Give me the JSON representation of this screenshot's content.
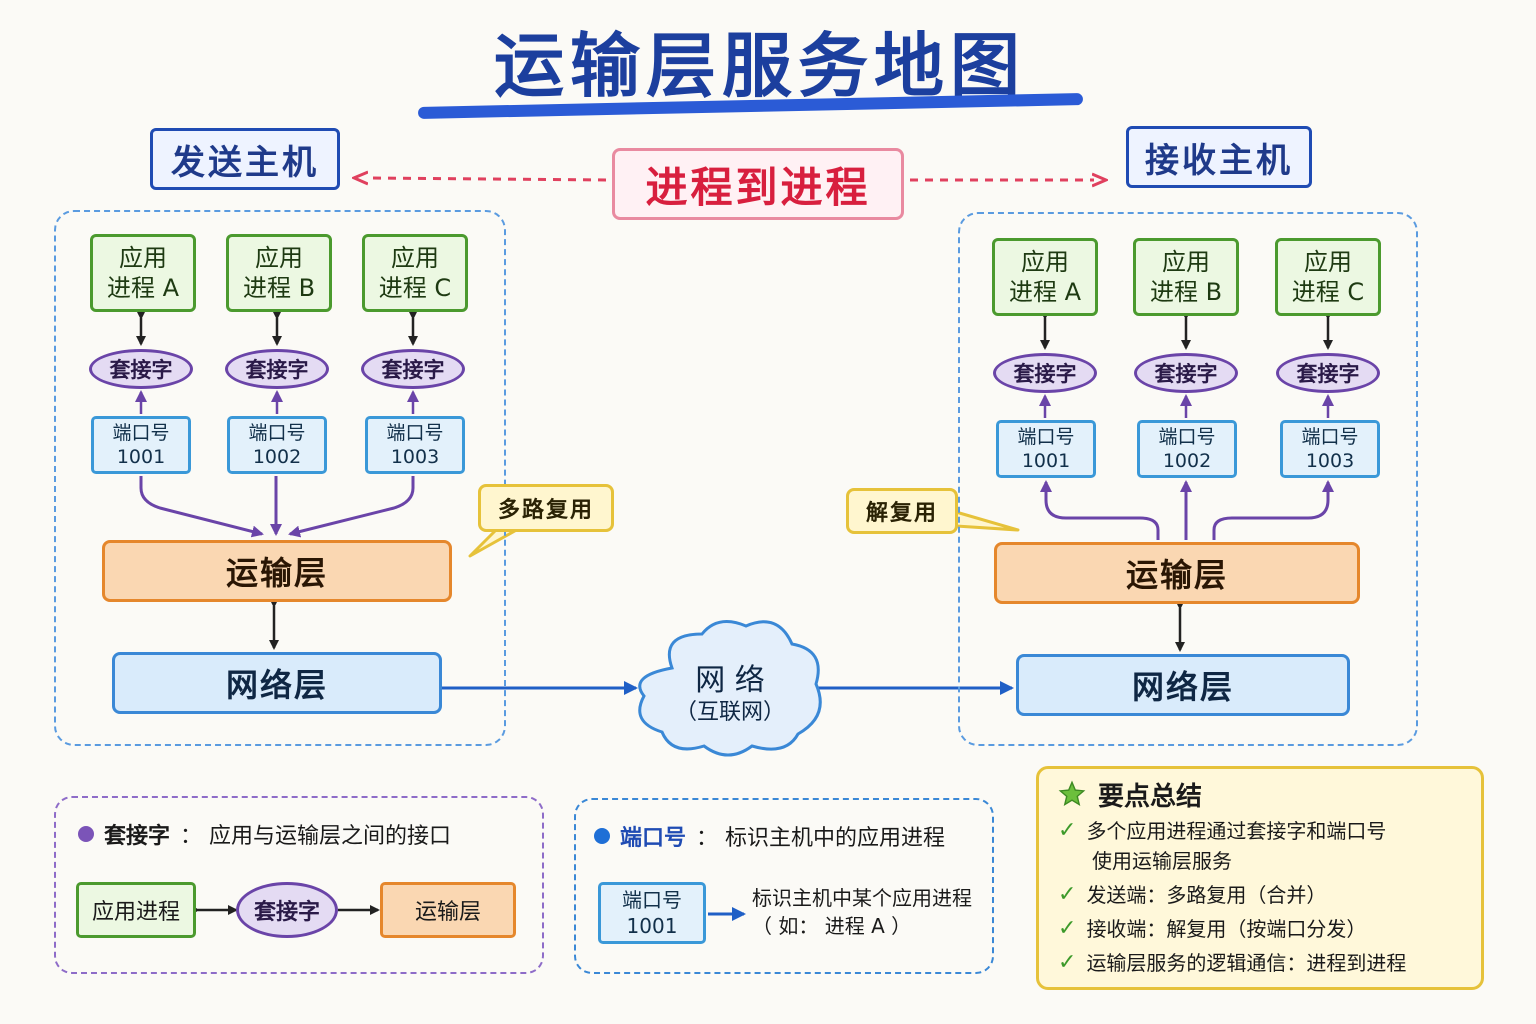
{
  "title": "运输层服务地图",
  "sender_label": "发送主机",
  "receiver_label": "接收主机",
  "process_to_process": "进程到进程",
  "hosts": {
    "sender": {
      "apps": [
        {
          "line1": "应用",
          "line2": "进程 A"
        },
        {
          "line1": "应用",
          "line2": "进程 B"
        },
        {
          "line1": "应用",
          "line2": "进程 C"
        }
      ],
      "socket_label": "套接字",
      "ports": [
        {
          "label": "端口号",
          "number": "1001"
        },
        {
          "label": "端口号",
          "number": "1002"
        },
        {
          "label": "端口号",
          "number": "1003"
        }
      ],
      "transport": "运输层",
      "network": "网络层",
      "callout": "多路复用"
    },
    "receiver": {
      "apps": [
        {
          "line1": "应用",
          "line2": "进程 A"
        },
        {
          "line1": "应用",
          "line2": "进程 B"
        },
        {
          "line1": "应用",
          "line2": "进程 C"
        }
      ],
      "socket_label": "套接字",
      "ports": [
        {
          "label": "端口号",
          "number": "1001"
        },
        {
          "label": "端口号",
          "number": "1002"
        },
        {
          "label": "端口号",
          "number": "1003"
        }
      ],
      "transport": "运输层",
      "network": "网络层",
      "callout": "解复用"
    }
  },
  "cloud": {
    "line1": "网 络",
    "line2": "（互联网）"
  },
  "legend_socket": {
    "term": "套接字",
    "desc": "：  应用与运输层之间的接口",
    "app": "应用进程",
    "socket": "套接字",
    "transport": "运输层"
  },
  "legend_port": {
    "term": "端口号",
    "desc": "：  标识主机中的应用进程",
    "port_label": "端口号",
    "port_number": "1001",
    "explain1": "标识主机中某个应用进程",
    "explain2": "（ 如： 进程 A ）"
  },
  "summary": {
    "title": "要点总结",
    "items": [
      "多个应用进程通过套接字和端口号",
      "使用运输层服务",
      "发送端：多路复用（合并）",
      "接收端：解复用（按端口分发）",
      "运输层服务的逻辑通信：进程到进程"
    ]
  },
  "colors": {
    "title": "#1c3f9e",
    "app_border": "#4b9a2e",
    "socket_border": "#6a44a8",
    "port_border": "#3a98d8",
    "transport_fill": "#fad7b2",
    "network_fill": "#d9ebfb",
    "accent_red": "#d81f3e"
  },
  "icons": {
    "star": "star-icon",
    "check": "check-icon"
  }
}
